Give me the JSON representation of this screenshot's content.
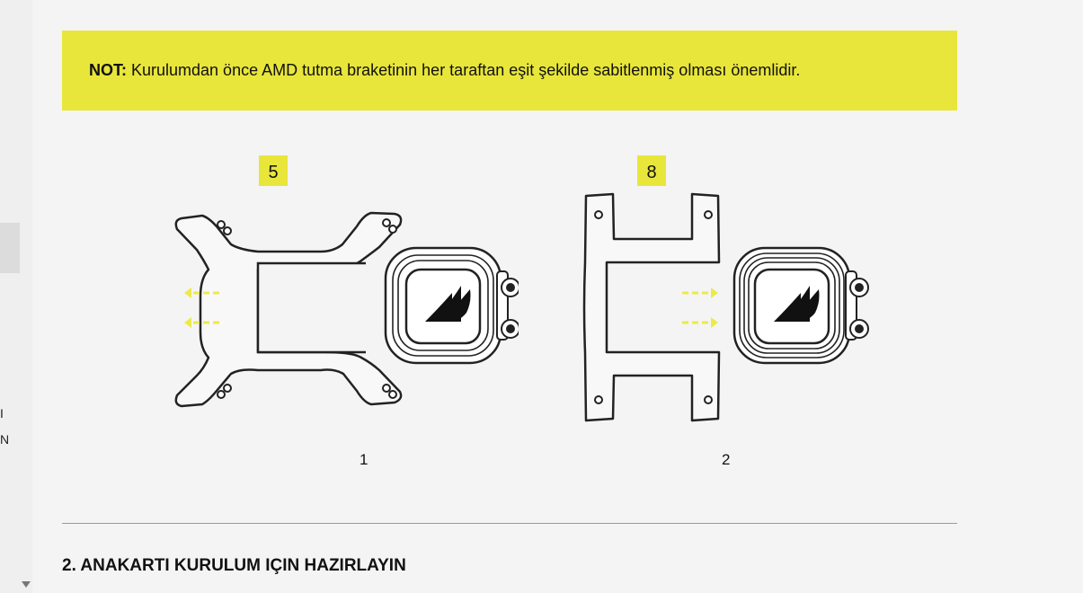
{
  "left_rail": {
    "text_1": "I",
    "text_2": "N"
  },
  "note": {
    "label": "NOT:",
    "text": " Kurulumdan önce AMD tutma braketinin her taraftan eşit şekilde sabitlenmiş olması önemlidir."
  },
  "figures": [
    {
      "step": "5",
      "caption": "1"
    },
    {
      "step": "8",
      "caption": "2"
    }
  ],
  "section": {
    "title": "2. ANAKARTI KURULUM IÇIN HAZIRLAYIN"
  },
  "colors": {
    "accent_yellow": "#e8e63a",
    "arrow_yellow": "#ecea4a"
  }
}
